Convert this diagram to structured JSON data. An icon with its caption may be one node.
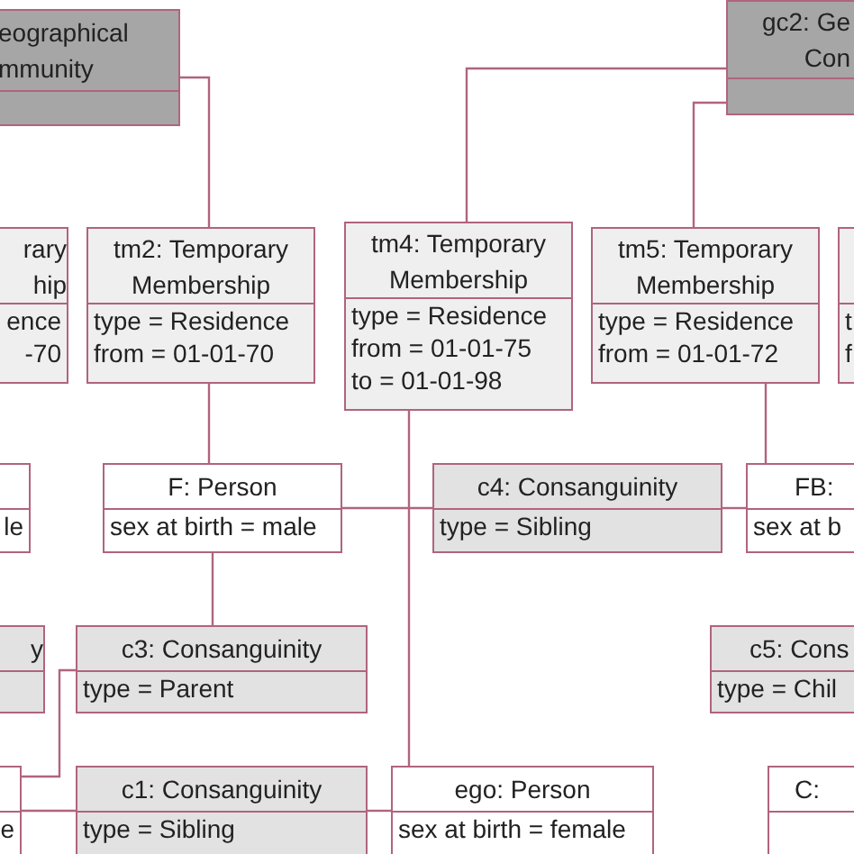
{
  "diagram": {
    "nodes": [
      {
        "text": [
          "eographical mmunity"
        ]
      },
      {
        "text": [
          "gc2: Ge Con"
        ]
      },
      {
        "text": [
          "rary hip",
          "ence",
          "-70"
        ]
      },
      {
        "text": [
          "tm2: Temporary Membership",
          "type = Residence",
          "from = 01-01-70"
        ]
      },
      {
        "text": [
          "tm4: Temporary Membership",
          "type = Residence",
          "from = 01-01-75",
          "to = 01-01-98"
        ]
      },
      {
        "text": [
          "tm5: Temporary Membership",
          "type = Residence",
          "from = 01-01-72"
        ]
      },
      {
        "text": [
          "t",
          "f"
        ]
      },
      {
        "text": [
          "le"
        ]
      },
      {
        "text": [
          "F: Person",
          "sex at birth = male"
        ]
      },
      {
        "text": [
          "c4: Consanguinity",
          "type = Sibling"
        ]
      },
      {
        "text": [
          "FB:",
          "sex at b"
        ]
      },
      {
        "text": [
          "y"
        ]
      },
      {
        "text": [
          "c3: Consanguinity",
          "type = Parent"
        ]
      },
      {
        "text": [
          "c5: Cons",
          "type = Chil"
        ]
      },
      {
        "text": [
          "e"
        ]
      },
      {
        "text": [
          "c1: Consanguinity",
          "type = Sibling"
        ]
      },
      {
        "text": [
          "ego: Person",
          "sex at birth = female"
        ]
      },
      {
        "text": [
          "C:"
        ]
      }
    ],
    "edges": [
      {
        "from": 0,
        "to": 3,
        "arrow": "none"
      },
      {
        "from": 1,
        "to": 4,
        "arrow": "none"
      },
      {
        "from": 1,
        "to": 5,
        "arrow": "none"
      },
      {
        "from": 3,
        "to": 8,
        "arrow": "none"
      },
      {
        "from": 4,
        "to": 16,
        "arrow": "none"
      },
      {
        "from": 5,
        "to": 10,
        "arrow": "none"
      },
      {
        "from": 8,
        "to": 9,
        "arrow": "none"
      },
      {
        "from": 9,
        "to": 10,
        "arrow": "none"
      },
      {
        "from": 8,
        "to": 12,
        "arrow": "none"
      },
      {
        "from": 12,
        "to": 14,
        "arrow": "none"
      },
      {
        "from": 14,
        "to": 15,
        "arrow": "none"
      },
      {
        "from": 15,
        "to": 16,
        "arrow": "none"
      }
    ]
  }
}
